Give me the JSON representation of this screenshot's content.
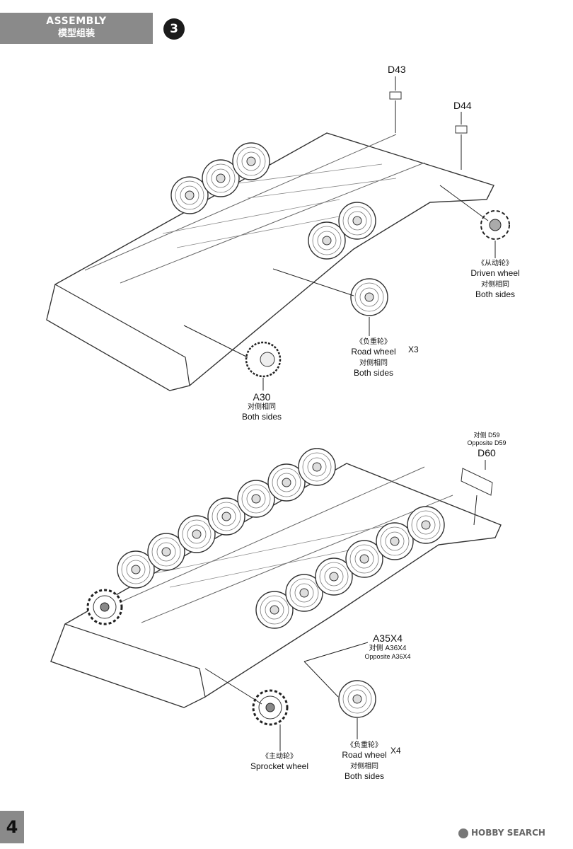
{
  "header": {
    "title_en": "ASSEMBLY",
    "title_cn": "模型组装",
    "step": "3"
  },
  "page_number": "4",
  "top": {
    "d43": "D43",
    "d44": "D44",
    "driven": {
      "cn": "《从动轮》",
      "en": "Driven wheel",
      "sides_cn": "对侧相同",
      "sides_en": "Both sides"
    },
    "road": {
      "cn": "《负重轮》",
      "en": "Road wheel",
      "qty": "X3",
      "sides_cn": "对侧相同",
      "sides_en": "Both sides"
    },
    "a30": {
      "part": "A30",
      "sides_cn": "对侧相同",
      "sides_en": "Both sides"
    }
  },
  "bottom": {
    "d60": {
      "opp_cn": "对侧  D59",
      "opp_en": "Opposite D59",
      "part": "D60"
    },
    "a35": {
      "part": "A35X4",
      "opp_cn": "对侧  A36X4",
      "opp_en": "Opposite A36X4"
    },
    "sprocket": {
      "cn": "《主动轮》",
      "en": "Sprocket wheel"
    },
    "road": {
      "cn": "《负重轮》",
      "en": "Road wheel",
      "qty": "X4",
      "sides_cn": "对侧相同",
      "sides_en": "Both sides"
    }
  },
  "watermark": "HOBBY SEARCH"
}
